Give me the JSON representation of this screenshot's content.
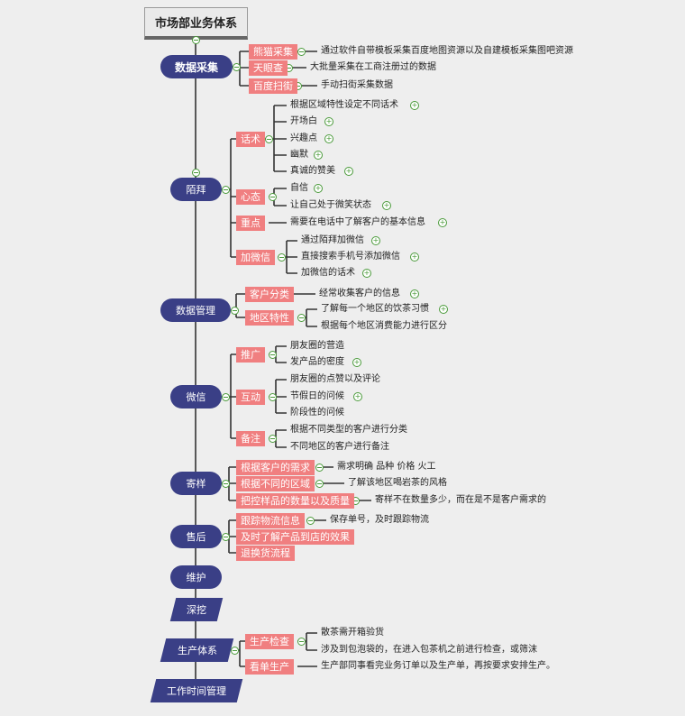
{
  "root": {
    "title": "市场部业务体系"
  },
  "main": [
    {
      "label": "数据采集"
    },
    {
      "label": "陌拜"
    },
    {
      "label": "数据管理"
    },
    {
      "label": "微信"
    },
    {
      "label": "寄样"
    },
    {
      "label": "售后"
    },
    {
      "label": "维护"
    },
    {
      "label": "深挖"
    },
    {
      "label": "生产体系"
    },
    {
      "label": "工作时间管理"
    }
  ],
  "branches": {
    "data_collect": [
      {
        "tag": "熊猫采集",
        "leaf": "通过软件自带模板采集百度地图资源以及自建模板采集图吧资源"
      },
      {
        "tag": "天眼查",
        "leaf": "大批量采集在工商注册过的数据"
      },
      {
        "tag": "百度扫街",
        "leaf": "手动扫街采集数据"
      }
    ],
    "visit": {
      "talk": {
        "tag": "话术",
        "items": [
          "根据区域特性设定不同话术",
          "开场白",
          "兴趣点",
          "幽默",
          "真诚的赞美"
        ]
      },
      "mind": {
        "tag": "心态",
        "items": [
          "自信",
          "让自己处于微笑状态"
        ]
      },
      "focus": {
        "tag": "重点",
        "items": [
          "需要在电话中了解客户的基本信息"
        ]
      },
      "wechat": {
        "tag": "加微信",
        "items": [
          "通过陌拜加微信",
          "直接搜索手机号添加微信",
          "加微信的话术"
        ]
      }
    },
    "data_mgmt": {
      "classify": {
        "tag": "客户分类",
        "items": [
          "经常收集客户的信息"
        ]
      },
      "region": {
        "tag": "地区特性",
        "items": [
          "了解每一个地区的饮茶习惯",
          "根据每个地区消费能力进行区分"
        ]
      }
    },
    "weixin": {
      "promo": {
        "tag": "推广",
        "items": [
          "朋友圈的营造",
          "发产品的密度"
        ]
      },
      "interact": {
        "tag": "互动",
        "items": [
          "朋友圈的点赞以及评论",
          "节假日的问候",
          "阶段性的问候"
        ]
      },
      "note": {
        "tag": "备注",
        "items": [
          "根据不同类型的客户进行分类",
          "不同地区的客户进行备注"
        ]
      }
    },
    "sample": [
      {
        "tag": "根据客户的需求",
        "leaf": "需求明确  品种  价格  火工"
      },
      {
        "tag": "根据不同的区域",
        "leaf": "了解该地区喝岩茶的风格"
      },
      {
        "tag": "把控样品的数量以及质量",
        "leaf": "寄样不在数量多少，而在是不是客户需求的"
      }
    ],
    "after_sale": [
      {
        "tag": "跟踪物流信息",
        "leaf": "保存单号，及时跟踪物流"
      },
      {
        "tag": "及时了解产品到店的效果",
        "leaf": ""
      },
      {
        "tag": "退换货流程",
        "leaf": ""
      }
    ],
    "production": {
      "inspect": {
        "tag": "生产检查",
        "items": [
          "散茶需开箱验货",
          "涉及到包泡袋的，在进入包茶机之前进行检查，或筛沫"
        ]
      },
      "order": {
        "tag": "看单生产",
        "items": [
          "生产部同事看完业务订单以及生产单，再按要求安排生产。"
        ]
      }
    }
  }
}
